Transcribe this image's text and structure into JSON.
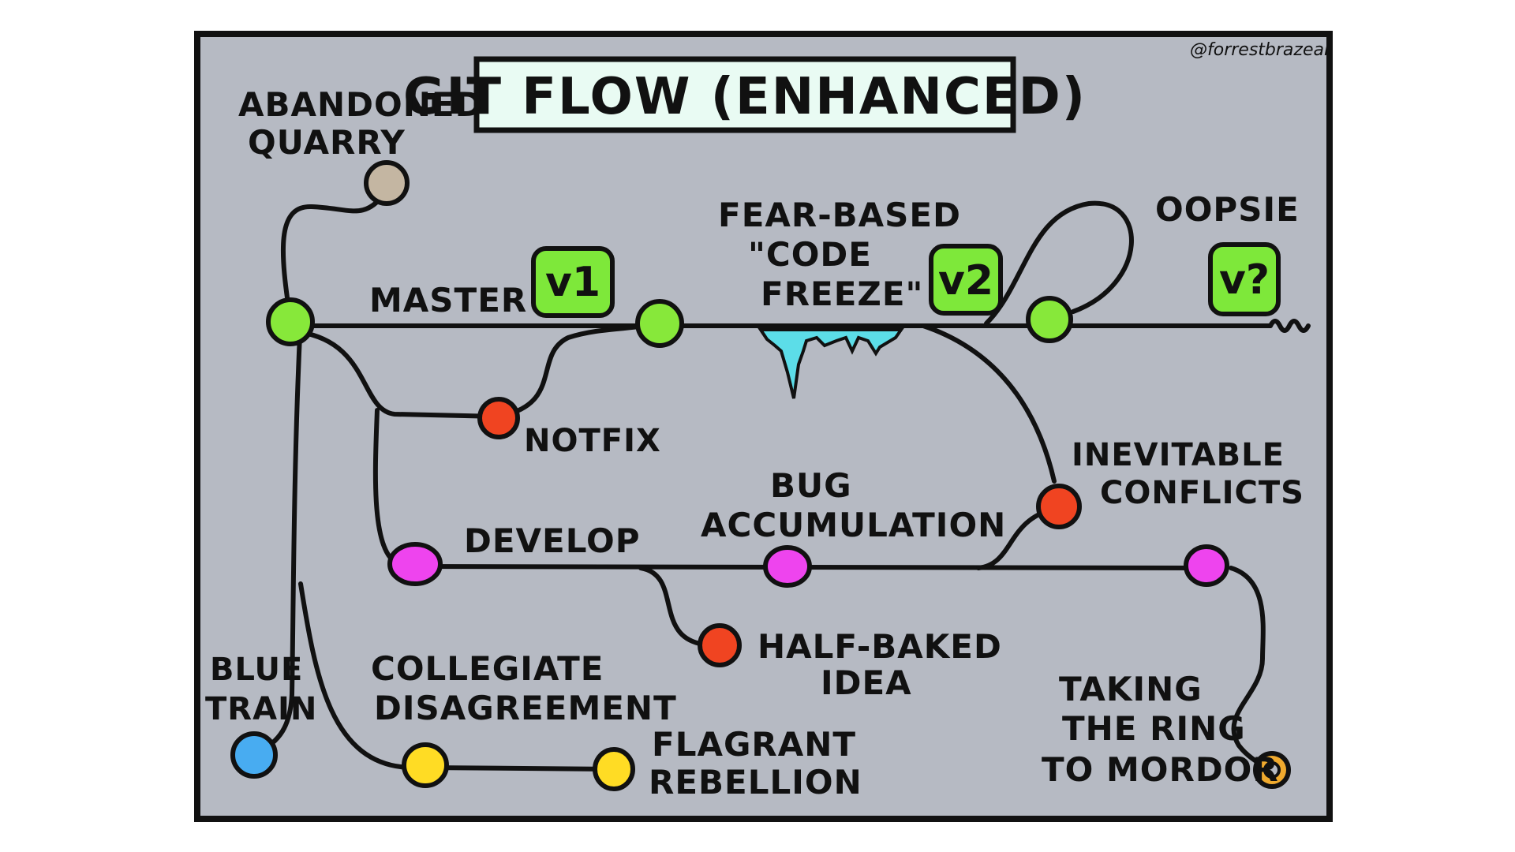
{
  "credit": "@forrestbrazeal",
  "title": "GIT FLOW (ENHANCED)",
  "colors": {
    "panel_bg": "#b6bac3",
    "panel_border": "#111111",
    "title_bg": "#e9fbf3",
    "master_node": "#87e83a",
    "version_tag": "#7ee83a",
    "develop_node": "#ee44ee",
    "hotfix_node": "#f04421",
    "collegiate_node": "#ffdc24",
    "blue_train_node": "#48acf1",
    "quarry_node": "#c4b6a2",
    "ring_node": "#f0aa2e",
    "ice": "#5cdde8"
  },
  "branches": {
    "master": "MASTER",
    "develop": "DEVELOP"
  },
  "versions": {
    "v1": "v1",
    "v2": "v2",
    "v_unknown": "v?"
  },
  "labels": {
    "abandoned_line1": "ABANDONED",
    "abandoned_line2": "QUARRY",
    "fear_line1": "FEAR-BASED",
    "fear_line2": "\"CODE",
    "fear_line3": "FREEZE\"",
    "oopsie": "OOPSIE",
    "notfix": "NOTFIX",
    "bug_line1": "BUG",
    "bug_line2": "ACCUMULATION",
    "inevitable_line1": "INEVITABLE",
    "inevitable_line2": "CONFLICTS",
    "halfbaked_line1": "HALF-BAKED",
    "halfbaked_line2": "IDEA",
    "blue_line1": "BLUE",
    "blue_line2": "TRAIN",
    "collegiate_line1": "COLLEGIATE",
    "collegiate_line2": "DISAGREEMENT",
    "flagrant_line1": "FLAGRANT",
    "flagrant_line2": "REBELLION",
    "ring_line1": "TAKING",
    "ring_line2": "THE RING",
    "ring_line3": "TO MORDOR"
  }
}
